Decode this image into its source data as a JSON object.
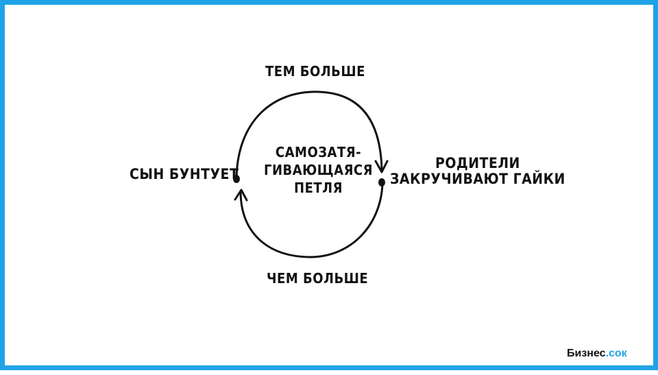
{
  "diagram": {
    "top_label": "ТЕМ БОЛЬШЕ",
    "bottom_label": "ЧЕМ БОЛЬШЕ",
    "left_label": "СЫН БУНТУЕТ",
    "right_label_line1": "РОДИТЕЛИ",
    "right_label_line2": "ЗАКРУЧИВАЮТ ГАЙКИ",
    "center_line1": "САМОЗАТЯ-",
    "center_line2": "ГИВАЮЩАЯСЯ",
    "center_line3": "ПЕТЛЯ"
  },
  "brand": {
    "name": "Бизнес",
    "suffix": ".сок"
  },
  "colors": {
    "frame": "#1fa3e6",
    "ink": "#111111",
    "background": "#ffffff"
  }
}
